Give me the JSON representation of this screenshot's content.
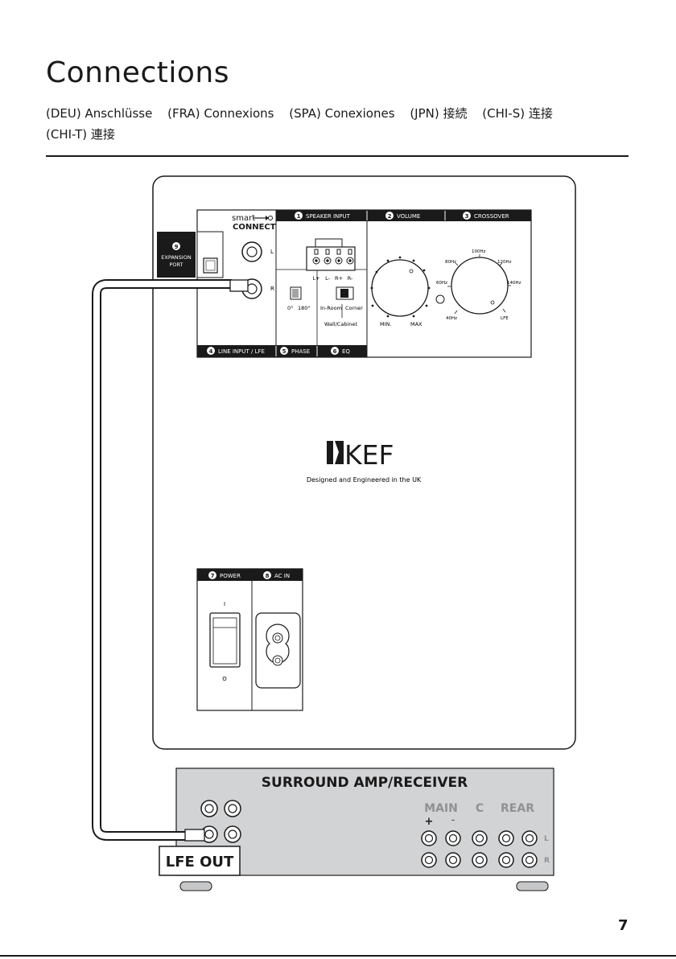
{
  "page": {
    "title": "Connections",
    "languages": [
      "(DEU) Anschlüsse",
      "(FRA) Connexions",
      "(SPA) Conexiones",
      "(JPN) 接続",
      "(CHI-S) 连接",
      "(CHI-T) 連接"
    ],
    "page_number": "7"
  },
  "subwoofer_panel": {
    "logo_small": "smart",
    "logo_connect": "CONNECT",
    "sections": {
      "speaker_input": {
        "num": "1",
        "label": "SPEAKER INPUT"
      },
      "volume": {
        "num": "2",
        "label": "VOLUME"
      },
      "crossover": {
        "num": "3",
        "label": "CROSSOVER"
      },
      "line_input": {
        "num": "4",
        "label": "LINE INPUT / LFE"
      },
      "phase": {
        "num": "5",
        "label": "PHASE"
      },
      "eq": {
        "num": "6",
        "label": "EQ"
      },
      "power": {
        "num": "7",
        "label": "POWER"
      },
      "ac_in": {
        "num": "8",
        "label": "AC IN"
      },
      "expansion": {
        "num": "9",
        "label_line1": "EXPANSION",
        "label_line2": "PORT"
      }
    },
    "rca_left_label": "L",
    "rca_right_label": "R",
    "speaker_terminals": [
      "L+",
      "L-",
      "R+",
      "R-"
    ],
    "phase_options": {
      "a": "0°",
      "b": "180°"
    },
    "eq_options": {
      "a": "In-Room",
      "b": "Corner",
      "c": "Wall/Cabinet"
    },
    "volume_min": "MIN.",
    "volume_max": "MAX",
    "crossover_marks": {
      "f40": "40Hz",
      "f60": "60Hz",
      "f80": "80Hz",
      "f100": "100Hz",
      "f120": "120Hz",
      "f140": "140Hz",
      "lfe": "LFE"
    },
    "power_on": "I",
    "power_off": "O",
    "brand": "KEF",
    "tagline": "Designed and Engineered in the UK"
  },
  "receiver": {
    "title": "SURROUND AMP/RECEIVER",
    "main_label": "MAIN",
    "c_label": "C",
    "rear_label": "REAR",
    "plus": "+",
    "minus": "–",
    "row_left": "L",
    "row_right": "R",
    "lfe_out": "LFE OUT"
  }
}
